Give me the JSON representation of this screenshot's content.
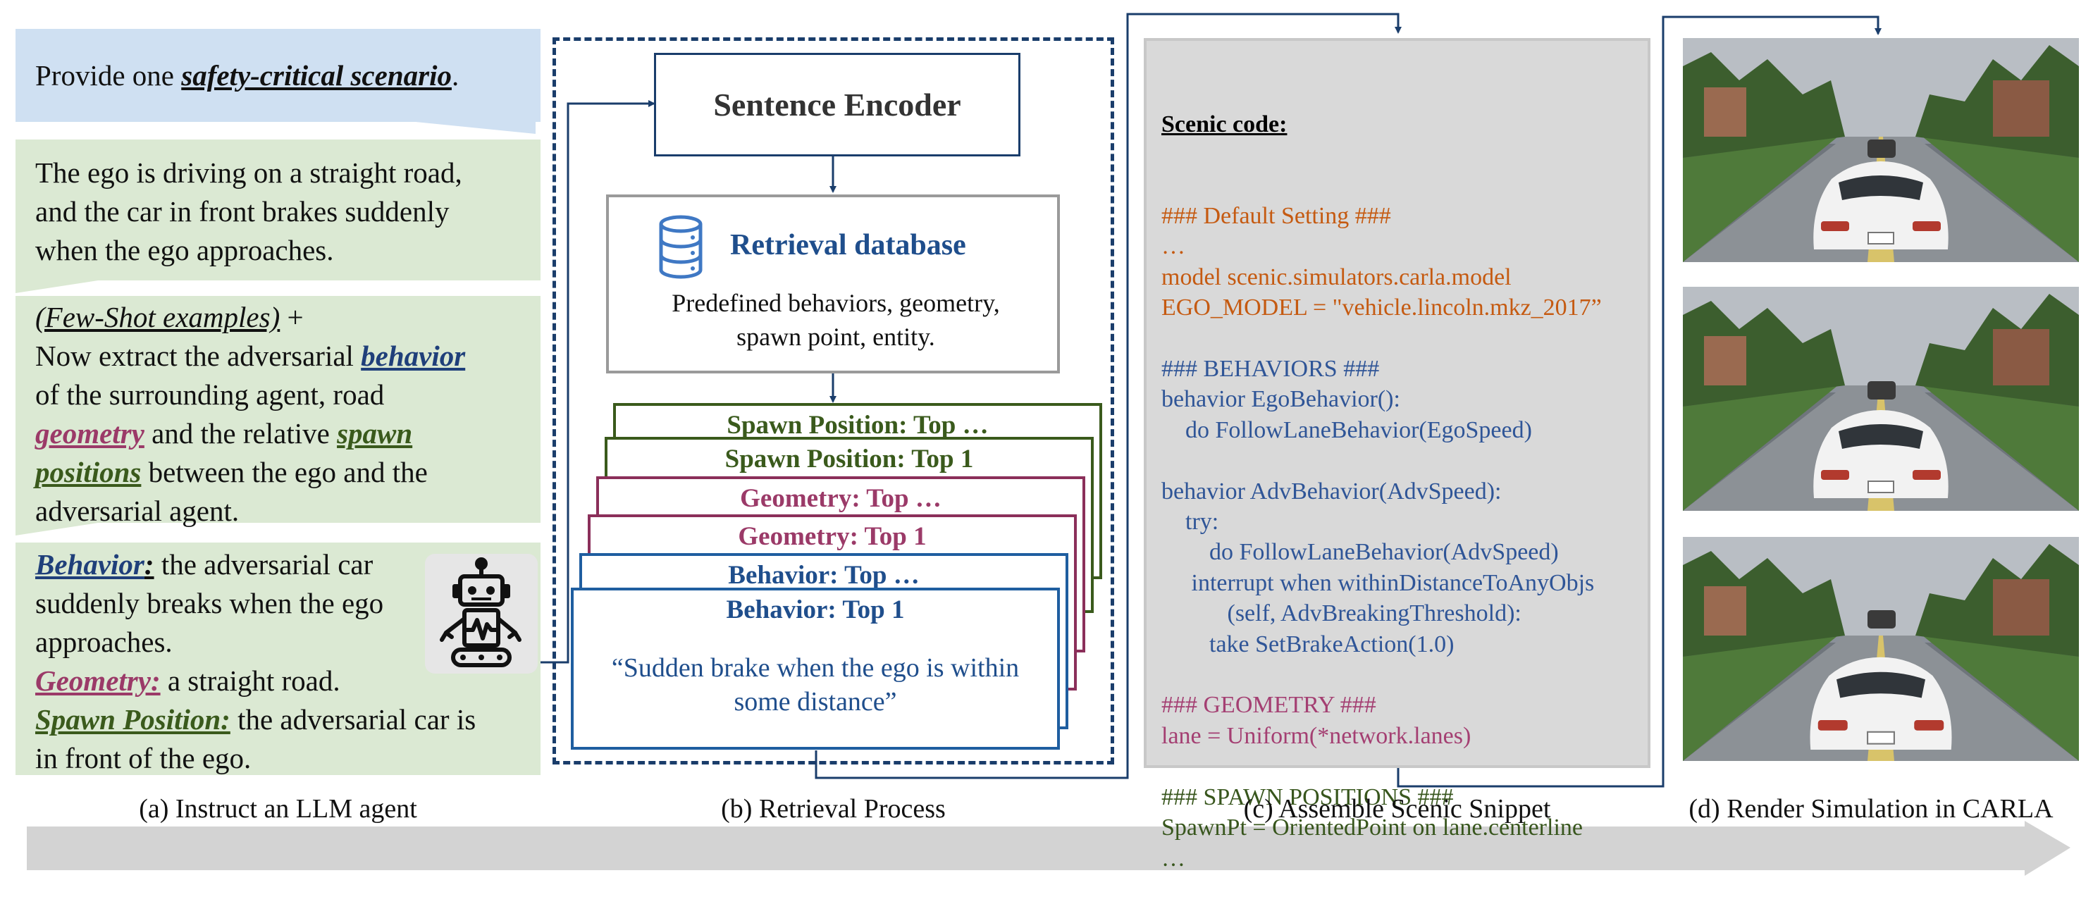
{
  "instruct": {
    "prompt_prefix": "Provide one ",
    "prompt_emph": "safety-critical scenario",
    "prompt_suffix": ".",
    "scenario_lines": [
      "The ego is driving on a straight road,",
      "and the car in front brakes suddenly",
      "when the ego approaches."
    ],
    "fewshot": "(Few-Shot examples)",
    "plus": " +",
    "extract_1": "Now extract the adversarial ",
    "extract_behavior": "behavior",
    "extract_2": "of the surrounding agent, road",
    "extract_geometry": "geometry",
    "extract_3": " and the relative ",
    "extract_spawn": "spawn",
    "extract_positions": "positions",
    "extract_4": " between the ego and the",
    "extract_5": "adversarial agent.",
    "behavior_label": "Behavior",
    "behavior_colon": ":",
    "behavior_text_1": " the adversarial car",
    "behavior_text_2": "suddenly breaks when the ego",
    "behavior_text_3": "approaches.",
    "geometry_label": "Geometry:",
    "geometry_text": " a straight road.",
    "spawn_label": "Spawn Position:",
    "spawn_text_1": " the adversarial car is",
    "spawn_text_2": "in front of the ego.",
    "robot_icon": "robot-icon"
  },
  "retrieval": {
    "encoder": "Sentence Encoder",
    "db_icon": "database-icon",
    "db_title": "Retrieval database",
    "db_desc_1": "Predefined behaviors, geometry,",
    "db_desc_2": "spawn point, entity.",
    "cards": {
      "spawn_more": "Spawn Position: Top …",
      "spawn_top1": "Spawn Position: Top 1",
      "geo_more": "Geometry: Top …",
      "geo_top1": "Geometry: Top 1",
      "beh_more": "Behavior: Top …",
      "beh_top1": "Behavior: Top 1"
    },
    "quote_1": "“Sudden brake when the ego is within",
    "quote_2": "some distance”"
  },
  "code": {
    "header": "Scenic code:",
    "lines": [
      {
        "text": "### Default Setting ###",
        "color": "orange"
      },
      {
        "text": "…",
        "color": "orange"
      },
      {
        "text": "model scenic.simulators.carla.model",
        "color": "orange"
      },
      {
        "text": "EGO_MODEL = \"vehicle.lincoln.mkz_2017”",
        "color": "orange"
      },
      {
        "text": "",
        "color": "orange"
      },
      {
        "text": "### BEHAVIORS ###",
        "color": "blue"
      },
      {
        "text": "behavior EgoBehavior():",
        "color": "blue"
      },
      {
        "text": "    do FollowLaneBehavior(EgoSpeed)",
        "color": "blue"
      },
      {
        "text": "",
        "color": "blue"
      },
      {
        "text": "behavior AdvBehavior(AdvSpeed):",
        "color": "blue"
      },
      {
        "text": "    try:",
        "color": "blue"
      },
      {
        "text": "        do FollowLaneBehavior(AdvSpeed)",
        "color": "blue"
      },
      {
        "text": "     interrupt when withinDistanceToAnyObjs",
        "color": "blue"
      },
      {
        "text": "           (self, AdvBreakingThreshold):",
        "color": "blue"
      },
      {
        "text": "        take SetBrakeAction(1.0)",
        "color": "blue"
      },
      {
        "text": "",
        "color": "blue"
      },
      {
        "text": "### GEOMETRY ###",
        "color": "pink"
      },
      {
        "text": "lane = Uniform(*network.lanes)",
        "color": "pink"
      },
      {
        "text": "",
        "color": "pink"
      },
      {
        "text": "### SPAWN POSITIONS ###",
        "color": "green"
      },
      {
        "text": "SpawnPt = OrientedPoint on lane.centerline",
        "color": "green"
      },
      {
        "text": "…",
        "color": "green"
      }
    ]
  },
  "renders": {
    "image_names": [
      "carla-render-frame-1",
      "carla-render-frame-2",
      "carla-render-frame-3"
    ]
  },
  "captions": {
    "a": "(a) Instruct an LLM agent",
    "b": "(b) Retrieval Process",
    "c": "(c) Assemble Scenic Snippet",
    "d": "(d) Render Simulation in CARLA"
  },
  "colors": {
    "blue_bubble": "#cfe0f2",
    "green_bubble": "#dbe9d3",
    "behavior": "#1f3f7a",
    "geometry": "#9b3a68",
    "spawn": "#3a5a1c",
    "code_orange": "#c55a11",
    "code_blue": "#2f5597",
    "code_pink": "#a43f72",
    "code_green": "#38561d",
    "arrow": "#1a3d6b",
    "progress_arrow": "#d0d0d0"
  }
}
